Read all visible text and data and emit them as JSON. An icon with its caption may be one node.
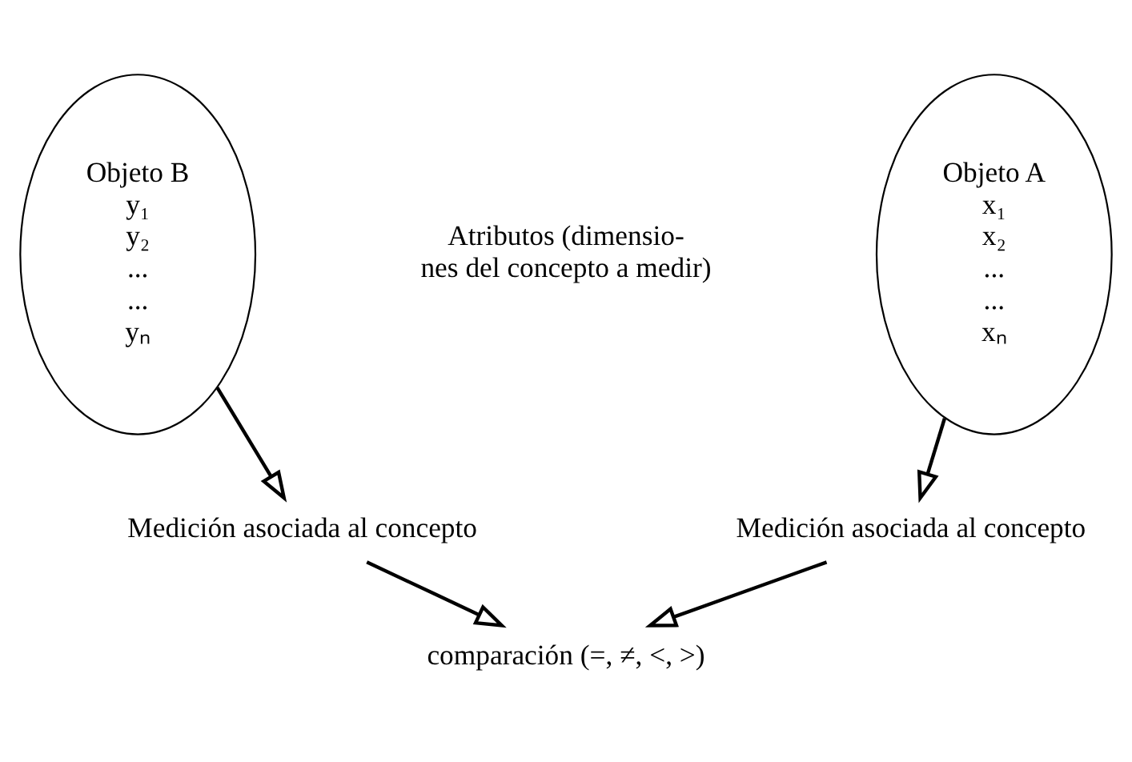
{
  "diagram": {
    "nodes": [
      {
        "text": [
          "Objeto A",
          "x₁",
          "x₂",
          "...",
          "...",
          "xₙ"
        ]
      },
      {
        "text": [
          "Objeto B",
          "y₁",
          "y₂",
          "...",
          "...",
          "yₙ"
        ]
      },
      {
        "text": [
          "Medición asociada al concepto"
        ]
      },
      {
        "text": [
          "Medición asociada al concepto"
        ]
      },
      {
        "text": [
          "comparación (=, ≠, <, >)"
        ]
      }
    ],
    "edges": [
      {
        "from": 0,
        "to": 2,
        "arrow": "to"
      },
      {
        "from": 1,
        "to": 3,
        "arrow": "to"
      },
      {
        "from": 2,
        "to": 4,
        "arrow": "to"
      },
      {
        "from": 3,
        "to": 4,
        "arrow": "to"
      }
    ],
    "labels": [
      "Atributos (dimensio- nes del concepto a medir)"
    ]
  }
}
